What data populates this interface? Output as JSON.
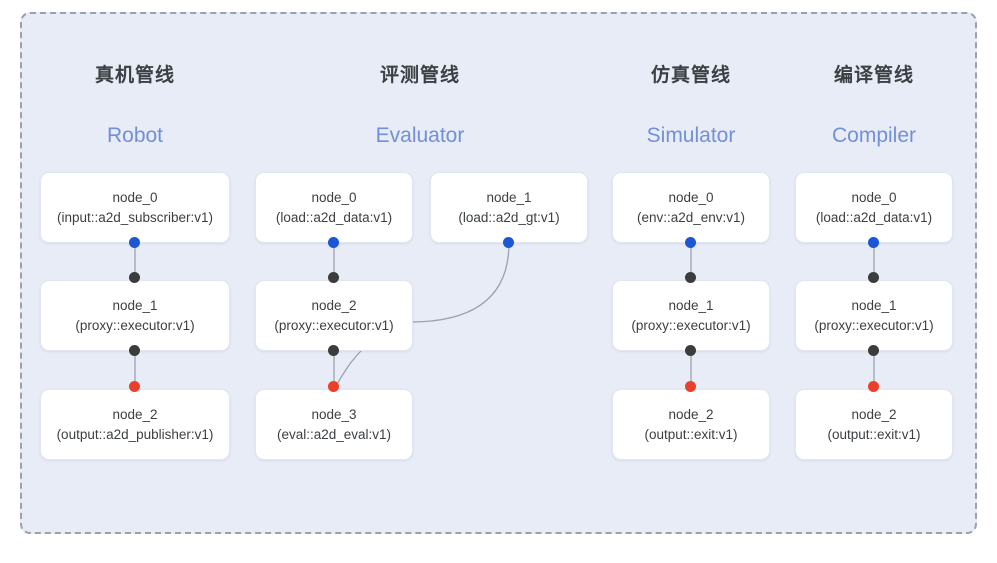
{
  "panel": {
    "name": "pipeline-overview-panel",
    "border_style": "dashed",
    "border_color": "#9ba2ad",
    "background_color": "#e7ecf7"
  },
  "colors": {
    "port_out": "#1a56d6",
    "port_in": "#3c3c3c",
    "port_terminal": "#ec3f2a",
    "header_cn": "#3c4043",
    "header_en": "#7290d6",
    "edge": "#9aa2b0",
    "node_background": "#ffffff",
    "node_border": "#e2e6ef"
  },
  "columns": [
    {
      "key": "robot",
      "title_cn": "真机管线",
      "title_en": "Robot",
      "nodes": [
        {
          "name": "node_0",
          "type": "(input::a2d_subscriber:v1)"
        },
        {
          "name": "node_1",
          "type": "(proxy::executor:v1)"
        },
        {
          "name": "node_2",
          "type": "(output::a2d_publisher:v1)"
        }
      ]
    },
    {
      "key": "evaluator",
      "title_cn": "评测管线",
      "title_en": "Evaluator",
      "nodes": [
        {
          "name": "node_0",
          "type": "(load::a2d_data:v1)"
        },
        {
          "name": "node_1",
          "type": "(load::a2d_gt:v1)"
        },
        {
          "name": "node_2",
          "type": "(proxy::executor:v1)"
        },
        {
          "name": "node_3",
          "type": "(eval::a2d_eval:v1)"
        }
      ]
    },
    {
      "key": "simulator",
      "title_cn": "仿真管线",
      "title_en": "Simulator",
      "nodes": [
        {
          "name": "node_0",
          "type": "(env::a2d_env:v1)"
        },
        {
          "name": "node_1",
          "type": "(proxy::executor:v1)"
        },
        {
          "name": "node_2",
          "type": "(output::exit:v1)"
        }
      ]
    },
    {
      "key": "compiler",
      "title_cn": "编译管线",
      "title_en": "Compiler",
      "nodes": [
        {
          "name": "node_0",
          "type": "(load::a2d_data:v1)"
        },
        {
          "name": "node_1",
          "type": "(proxy::executor:v1)"
        },
        {
          "name": "node_2",
          "type": "(output::exit:v1)"
        }
      ]
    }
  ]
}
